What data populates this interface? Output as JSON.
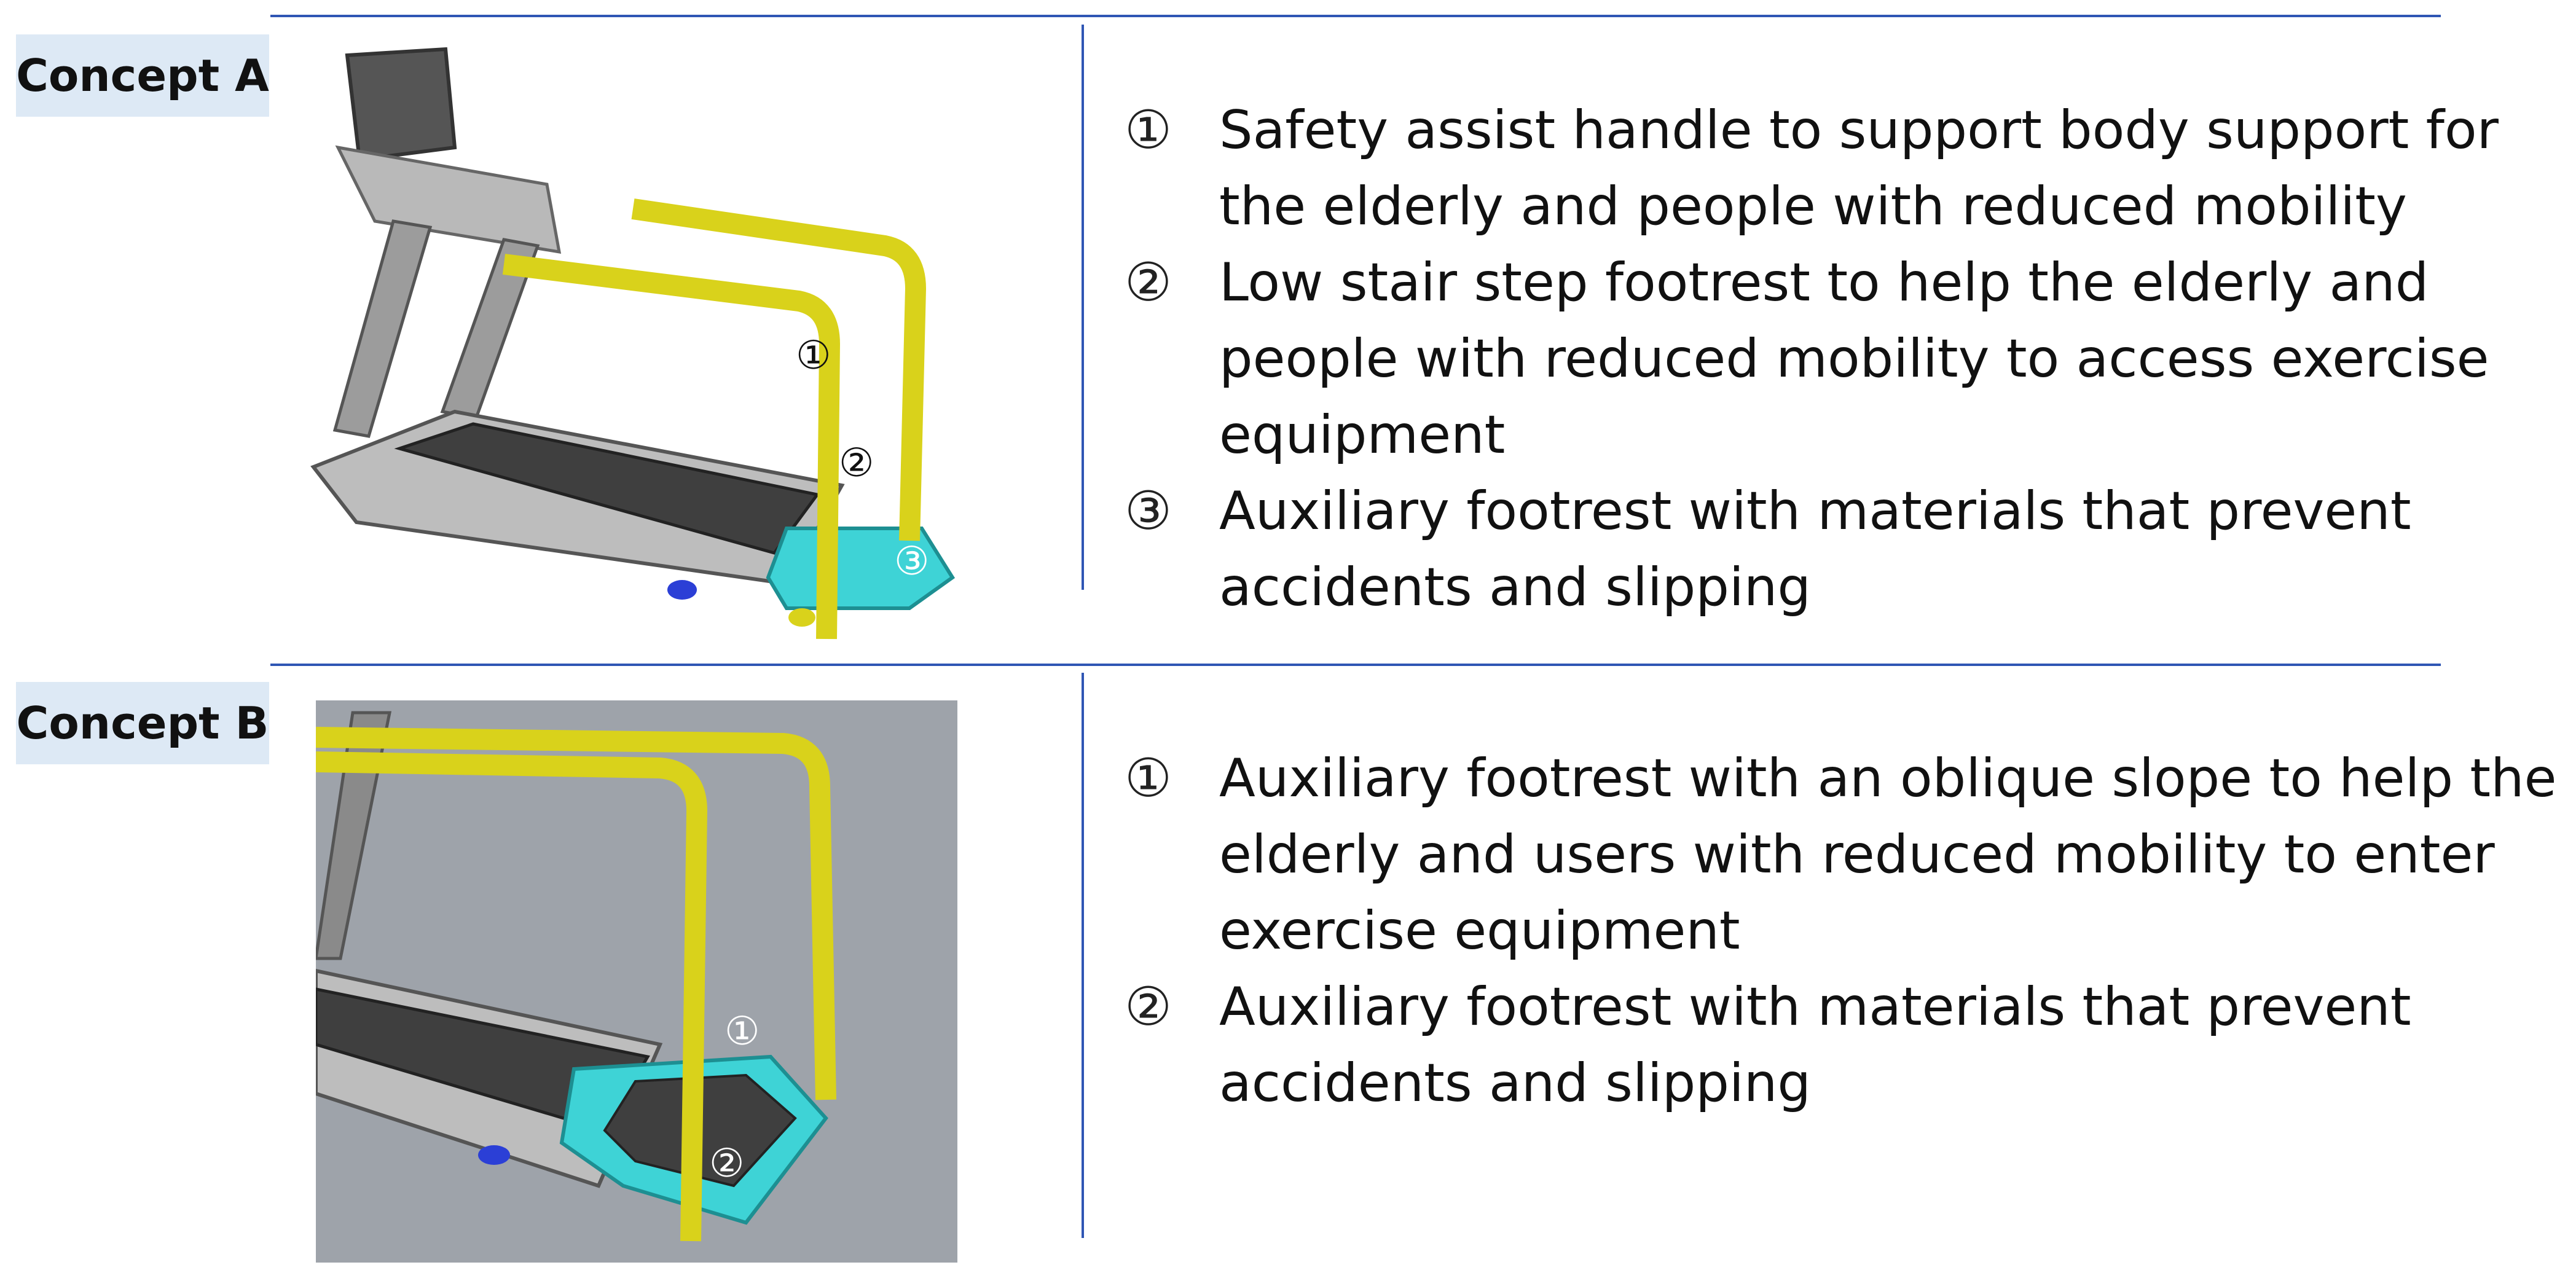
{
  "concepts": [
    {
      "label": "Concept A",
      "callouts": [
        "①",
        "②",
        "③"
      ],
      "items": [
        {
          "num": "①",
          "text": "Safety assist handle to support body support for the elderly and people with reduced mobility"
        },
        {
          "num": "②",
          "text": "Low stair step footrest to help the elderly and people with reduced mobility to access exercise equipment"
        },
        {
          "num": "③",
          "text": "Auxiliary footrest with materials that prevent accidents and slipping"
        }
      ]
    },
    {
      "label": "Concept B",
      "callouts": [
        "①",
        "②"
      ],
      "items": [
        {
          "num": "①",
          "text": "Auxiliary footrest with an oblique slope to help the elderly and users with reduced mobility to enter exercise equipment"
        },
        {
          "num": "②",
          "text": "Auxiliary footrest with materials that prevent accidents and slipping"
        }
      ]
    }
  ],
  "colors": {
    "divider": "#2f56b4",
    "label_bg": "#dde9f5",
    "handle": "#d9d21b",
    "footrest": "#3ed3d6",
    "treadmill": "#a9a9a9",
    "render_bg": "#9ea3aa"
  }
}
